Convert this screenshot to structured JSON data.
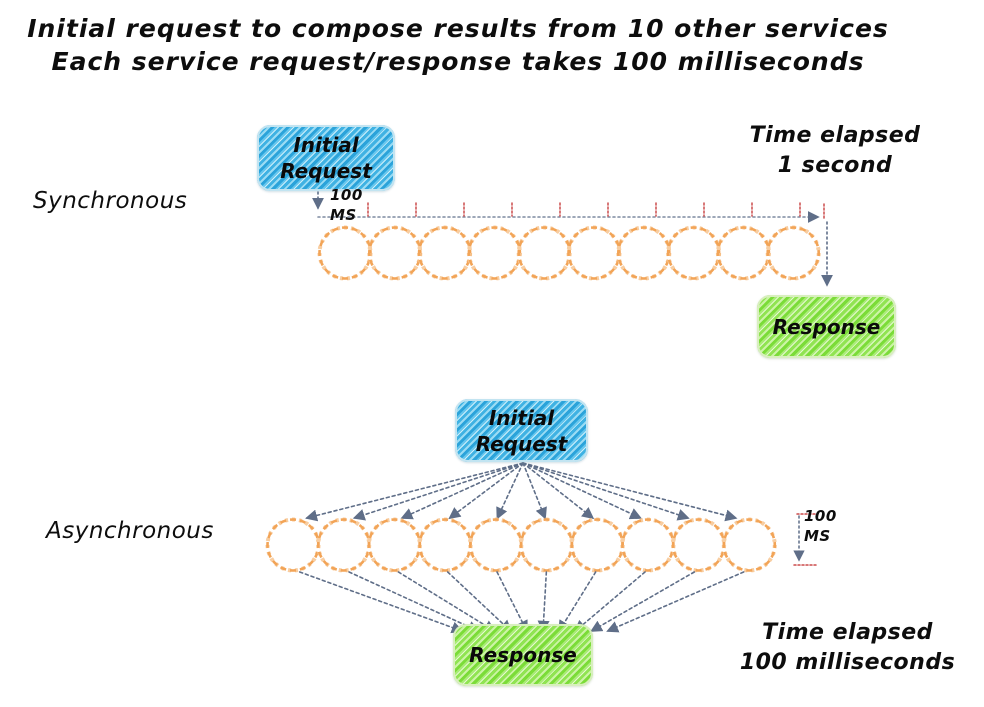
{
  "title": {
    "line1": "Initial request to compose results from 10 other services",
    "line2": "Each service request/response takes 100 milliseconds"
  },
  "palette": {
    "box_blue": "#35ace0",
    "box_green": "#8ee04e",
    "circle_orange": "#f2a457",
    "circle_orange_light": "#f8cda0",
    "arrow_gray": "#5f6e88",
    "timeline_gray": "#7d8aa0",
    "tick_red": "#cc4b4b"
  },
  "sync": {
    "section_label": "Synchronous",
    "initial_box": {
      "line1": "Initial",
      "line2": "Request"
    },
    "response_box": {
      "line1": "Response"
    },
    "latency": {
      "line1": "100",
      "line2": "MS"
    },
    "time_elapsed": {
      "line1": "Time elapsed",
      "line2": "1 second"
    },
    "services_count": 10
  },
  "async": {
    "section_label": "Asynchronous",
    "initial_box": {
      "line1": "Initial",
      "line2": "Request"
    },
    "response_box": {
      "line1": "Response"
    },
    "latency": {
      "line1": "100",
      "line2": "MS"
    },
    "time_elapsed": {
      "line1": "Time elapsed",
      "line2": "100 milliseconds"
    },
    "services_count": 10
  }
}
